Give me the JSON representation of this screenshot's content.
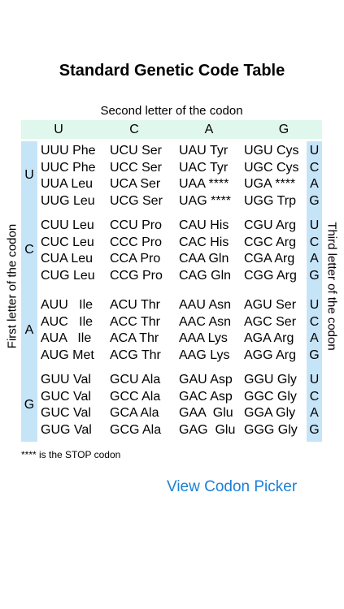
{
  "title": "Standard Genetic Code Table",
  "second_letter_label": "Second letter of the codon",
  "first_letter_label": "First letter of the codon",
  "third_letter_label": "Third letter of the codon",
  "bases": [
    "U",
    "C",
    "A",
    "G"
  ],
  "codon_columns": [
    [
      "UUU Phe",
      "UUC Phe",
      "UUA Leu",
      "UUG Leu",
      "CUU Leu",
      "CUC Leu",
      "CUA Leu",
      "CUG Leu",
      "AUU   Ile",
      "AUC   Ile",
      "AUA   Ile",
      "AUG Met",
      "GUU Val",
      "GUC Val",
      "GUC Val",
      "GUG Val"
    ],
    [
      "UCU Ser",
      "UCC Ser",
      "UCA Ser",
      "UCG Ser",
      "CCU Pro",
      "CCC Pro",
      "CCA Pro",
      "CCG Pro",
      "ACU Thr",
      "ACC Thr",
      "ACA Thr",
      "ACG Thr",
      "GCU Ala",
      "GCC Ala",
      "GCA Ala",
      "GCG Ala"
    ],
    [
      "UAU Tyr",
      "UAC Tyr",
      "UAA ****",
      "UAG ****",
      "CAU His",
      "CAC His",
      "CAA Gln",
      "CAG Gln",
      "AAU Asn",
      "AAC Asn",
      "AAA Lys",
      "AAG Lys",
      "GAU Asp",
      "GAC Asp",
      "GAA  Glu",
      "GAG  Glu"
    ],
    [
      "UGU Cys",
      "UGC Cys",
      "UGA ****",
      "UGG Trp",
      "CGU Arg",
      "CGC Arg",
      "CGA Arg",
      "CGG Arg",
      "AGU Ser",
      "AGC Ser",
      "AGA Arg",
      "AGG Arg",
      "GGU Gly",
      "GGC Gly",
      "GGA Gly",
      "GGG Gly"
    ]
  ],
  "footnote": "**** is the STOP codon",
  "view_codon_picker_label": "View Codon Picker"
}
